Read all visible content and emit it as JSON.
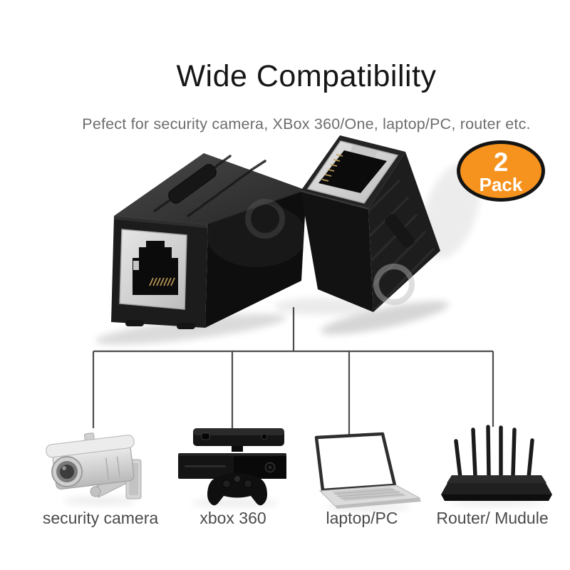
{
  "page": {
    "background": "#ffffff"
  },
  "header": {
    "title": "Wide Compatibility",
    "subtitle": "Pefect for security camera, XBox 360/One, laptop/PC, router etc."
  },
  "badge": {
    "count": "2",
    "unit": "Pack",
    "colors": {
      "fill": "#f6921e",
      "border": "#141414",
      "text": "#ffffff"
    }
  },
  "product": {
    "items": [
      {
        "name": "rj45-coupler-front-view"
      },
      {
        "name": "rj45-coupler-tilted-view"
      }
    ]
  },
  "diagram": {
    "connector_color": "#4d4d4d",
    "items": [
      {
        "label": "security camera",
        "icon": "security-camera-icon"
      },
      {
        "label": "xbox 360",
        "icon": "xbox-console-icon"
      },
      {
        "label": "laptop/PC",
        "icon": "laptop-icon"
      },
      {
        "label": "Router/ Mudule",
        "icon": "router-icon"
      }
    ]
  },
  "text_colors": {
    "title": "#161616",
    "subtitle": "#6d6d6d",
    "labels": "#4b4b4b"
  }
}
